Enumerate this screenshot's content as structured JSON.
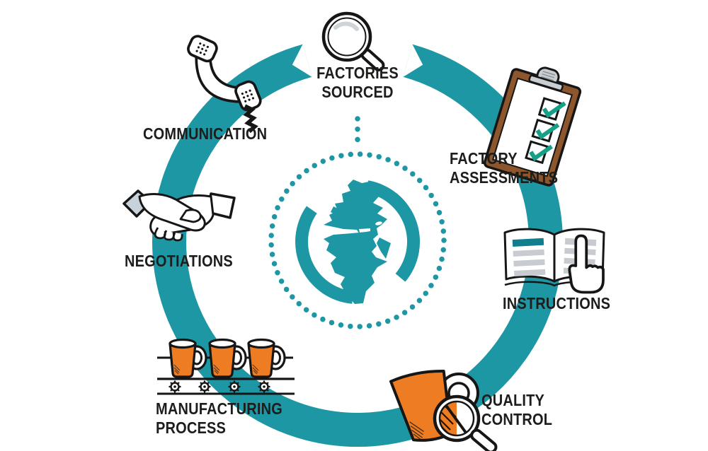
{
  "diagram_type": "circular-process-cycle",
  "center": {
    "icon": "globe-europe-africa-icon",
    "decor": "dotted-circle"
  },
  "ring": {
    "style": "ribbon-arrow-circle",
    "gap_position": "top"
  },
  "steps": [
    {
      "name": "factories-sourced",
      "line1": "FACTORIES",
      "line2": "SOURCED",
      "icon": "magnifying-glass-icon",
      "position": "top"
    },
    {
      "name": "factory-assessments",
      "line1": "FACTORY",
      "line2": "ASSESSMENTS",
      "icon": "clipboard-checklist-icon",
      "position": "upper-right"
    },
    {
      "name": "instructions",
      "line1": "INSTRUCTIONS",
      "line2": "",
      "icon": "open-book-hand-icon",
      "position": "right"
    },
    {
      "name": "quality-control",
      "line1": "QUALITY",
      "line2": "CONTROL",
      "icon": "mug-magnifier-icon",
      "position": "lower-right"
    },
    {
      "name": "manufacturing-process",
      "line1": "MANUFACTURING",
      "line2": "PROCESS",
      "icon": "conveyor-mugs-icon",
      "position": "lower-left"
    },
    {
      "name": "negotiations",
      "line1": "NEGOTIATIONS",
      "line2": "",
      "icon": "handshake-icon",
      "position": "left"
    },
    {
      "name": "communication",
      "line1": "COMMUNICATION",
      "line2": "",
      "icon": "telephone-handset-icon",
      "position": "upper-left"
    }
  ],
  "colors": {
    "teal": "#1E97A5",
    "teal_dark": "#117E8E",
    "orange": "#EE7C22",
    "brown": "#8E562C",
    "check_green": "#169F87",
    "text": "#1D1D1B",
    "gray_light": "#C9CED2",
    "sleeve_gray": "#C7D2DA"
  }
}
